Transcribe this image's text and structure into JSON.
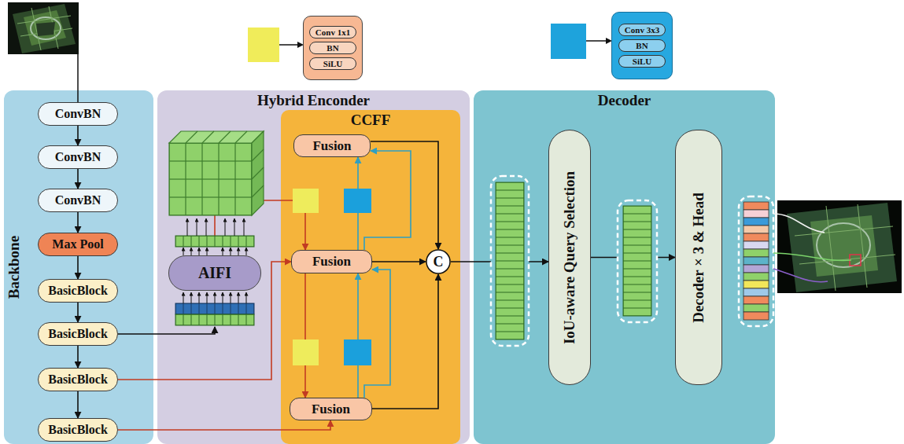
{
  "diagram": {
    "nodes": [
      {
        "text": [
          "Conv 1x1",
          "BN",
          "SiLU"
        ]
      },
      {
        "text": [
          "Conv 3x3",
          "BN",
          "SiLU"
        ]
      },
      {
        "text": [
          "Backbone"
        ]
      },
      {
        "text": [
          "ConvBN"
        ],
        "in": 2
      },
      {
        "text": [
          "ConvBN"
        ],
        "in": 2
      },
      {
        "text": [
          "ConvBN"
        ],
        "in": 2
      },
      {
        "text": [
          "Max Pool"
        ],
        "in": 2
      },
      {
        "text": [
          "BasicBlock"
        ],
        "in": 2
      },
      {
        "text": [
          "BasicBlock"
        ],
        "in": 2
      },
      {
        "text": [
          "BasicBlock"
        ],
        "in": 2
      },
      {
        "text": [
          "BasicBlock"
        ],
        "in": 2
      },
      {
        "text": [
          "Hybrid Enconder"
        ]
      },
      {
        "text": [
          "AIFI"
        ],
        "in": 11
      },
      {
        "text": [
          "CCFF"
        ],
        "in": 11
      },
      {
        "text": [
          "Fusion"
        ],
        "in": 13
      },
      {
        "text": [
          "Fusion"
        ],
        "in": 13
      },
      {
        "text": [
          "Fusion"
        ],
        "in": 13
      },
      {
        "text": [
          "C"
        ],
        "in": 13
      },
      {
        "text": [
          "Decoder"
        ]
      },
      {
        "text": [
          "IoU-aware Query Selection"
        ],
        "in": 18
      },
      {
        "text": [
          "Decoder × 3 & Head"
        ],
        "in": 18
      }
    ],
    "edges": [
      {
        "from": 3,
        "to": 4,
        "arrow": "to"
      },
      {
        "from": 4,
        "to": 5,
        "arrow": "to"
      },
      {
        "from": 5,
        "to": 6,
        "arrow": "to"
      },
      {
        "from": 6,
        "to": 7,
        "arrow": "to"
      },
      {
        "from": 7,
        "to": 8,
        "arrow": "to"
      },
      {
        "from": 8,
        "to": 9,
        "arrow": "to"
      },
      {
        "from": 9,
        "to": 10,
        "arrow": "to"
      },
      {
        "from": 8,
        "to": 12,
        "arrow": "to"
      },
      {
        "from": 9,
        "to": 15,
        "arrow": "to"
      },
      {
        "from": 10,
        "to": 16,
        "arrow": "to"
      },
      {
        "from": 12,
        "to": 15,
        "arrow": "to"
      },
      {
        "from": 15,
        "to": 16,
        "arrow": "to"
      },
      {
        "from": 16,
        "to": 15,
        "arrow": "to"
      },
      {
        "from": 16,
        "to": 15,
        "arrow": "to"
      },
      {
        "from": 15,
        "to": 14,
        "arrow": "to"
      },
      {
        "from": 15,
        "to": 14,
        "arrow": "to"
      },
      {
        "from": 14,
        "to": 17,
        "arrow": "to"
      },
      {
        "from": 15,
        "to": 17,
        "arrow": "to"
      },
      {
        "from": 16,
        "to": 17,
        "arrow": "to"
      },
      {
        "from": 17,
        "to": 19,
        "arrow": "to"
      },
      {
        "from": 19,
        "to": 20,
        "arrow": "to"
      }
    ]
  }
}
